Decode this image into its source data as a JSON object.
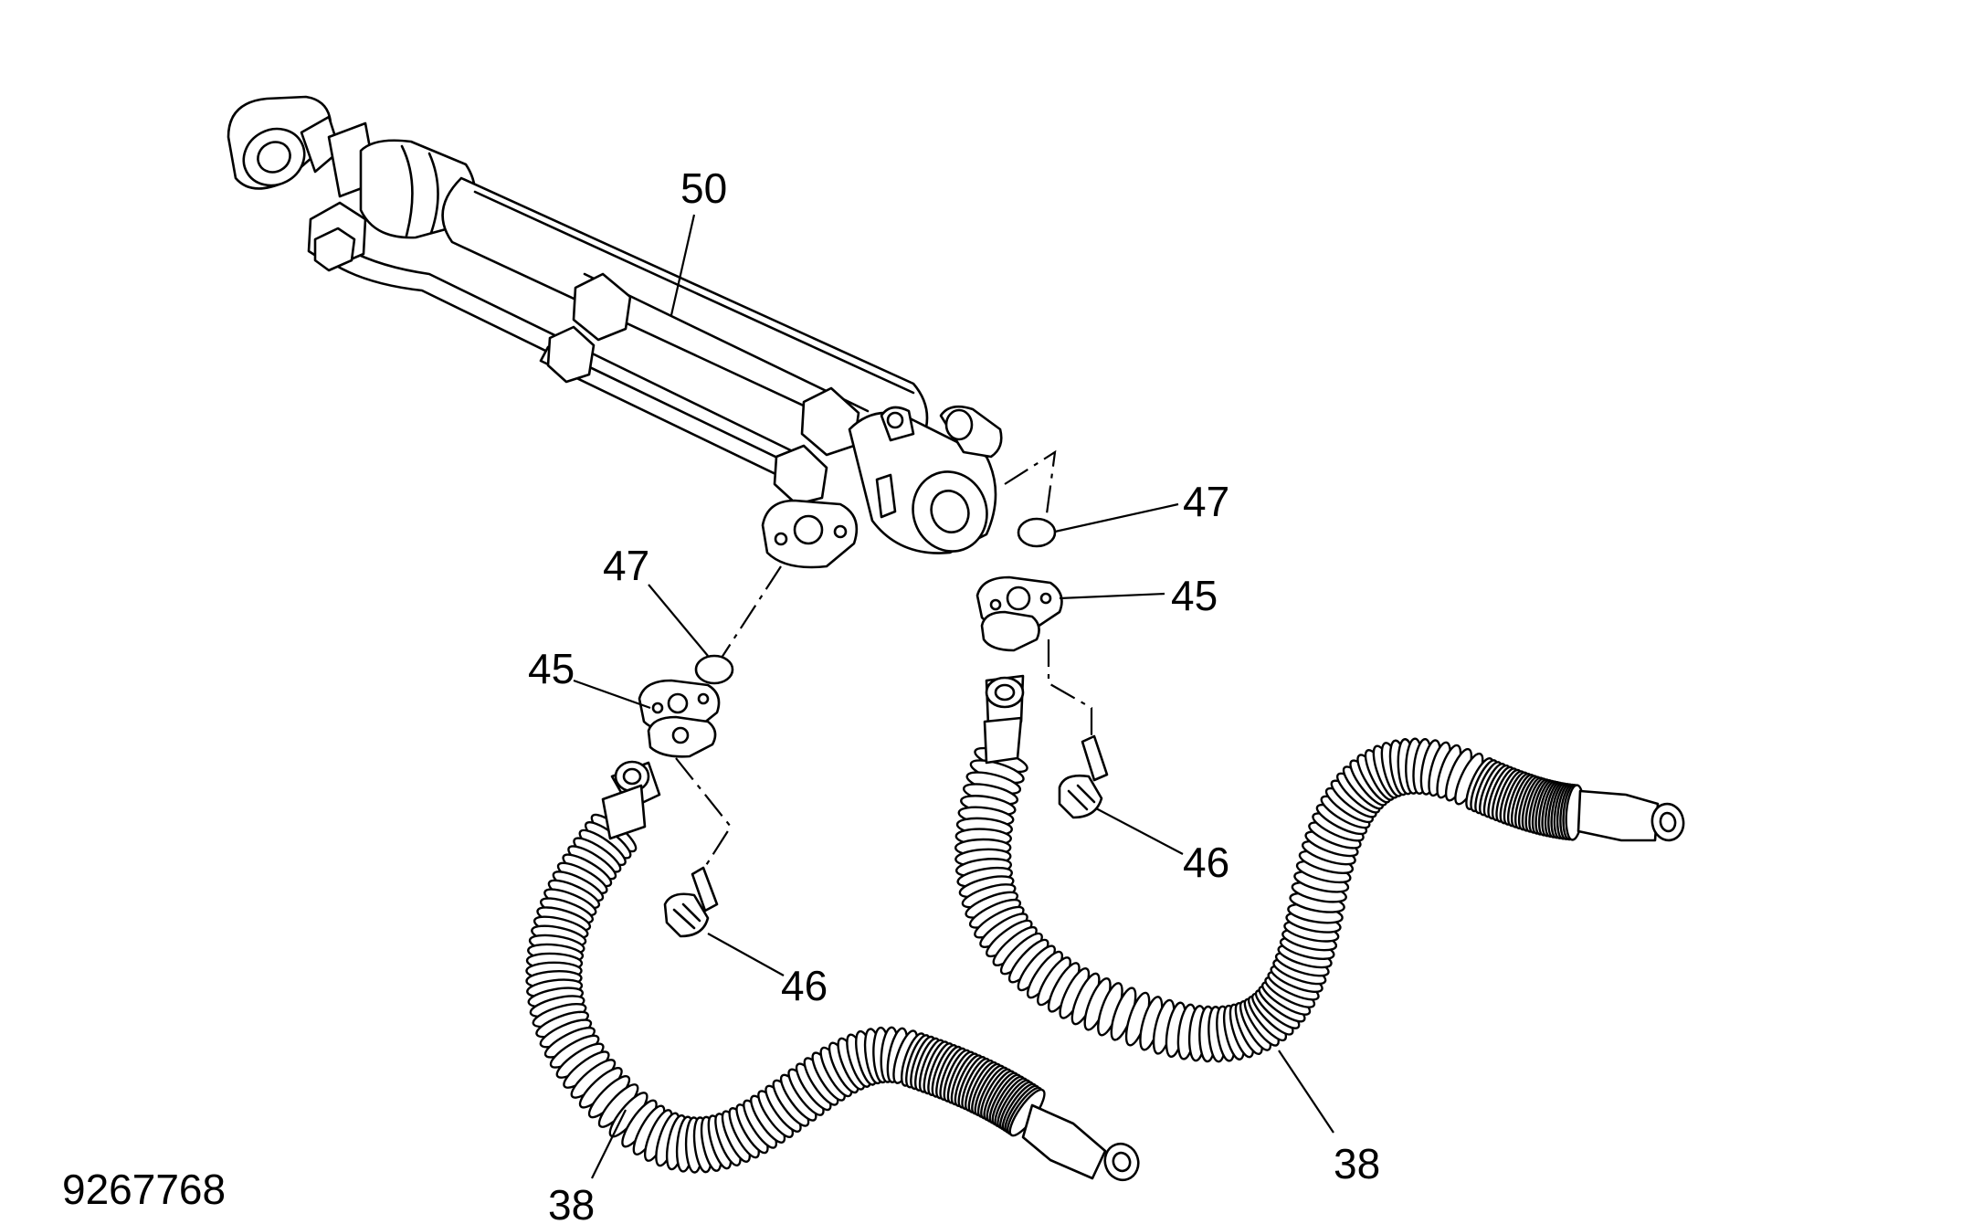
{
  "drawing_number": "9267768",
  "callouts": [
    {
      "id": "c50",
      "text": "50"
    },
    {
      "id": "c47a",
      "text": "47"
    },
    {
      "id": "c45a",
      "text": "45"
    },
    {
      "id": "c47b",
      "text": "47"
    },
    {
      "id": "c45b",
      "text": "45"
    },
    {
      "id": "c46a",
      "text": "46"
    },
    {
      "id": "c46b",
      "text": "46"
    },
    {
      "id": "c38a",
      "text": "38"
    },
    {
      "id": "c38b",
      "text": "38"
    }
  ]
}
